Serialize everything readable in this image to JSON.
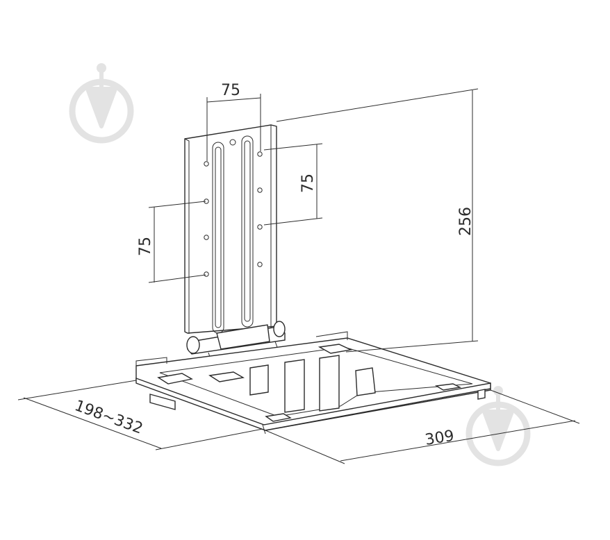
{
  "dimensions": {
    "hole_spacing_top": "75",
    "hole_spacing_right": "75",
    "hole_spacing_left": "75",
    "height": "256",
    "depth": "198~332",
    "width": "309"
  },
  "colors": {
    "line": "#2b2b2b",
    "watermark": "#e3e3e3"
  },
  "icons": {
    "watermark": "pen-nib-icon"
  }
}
